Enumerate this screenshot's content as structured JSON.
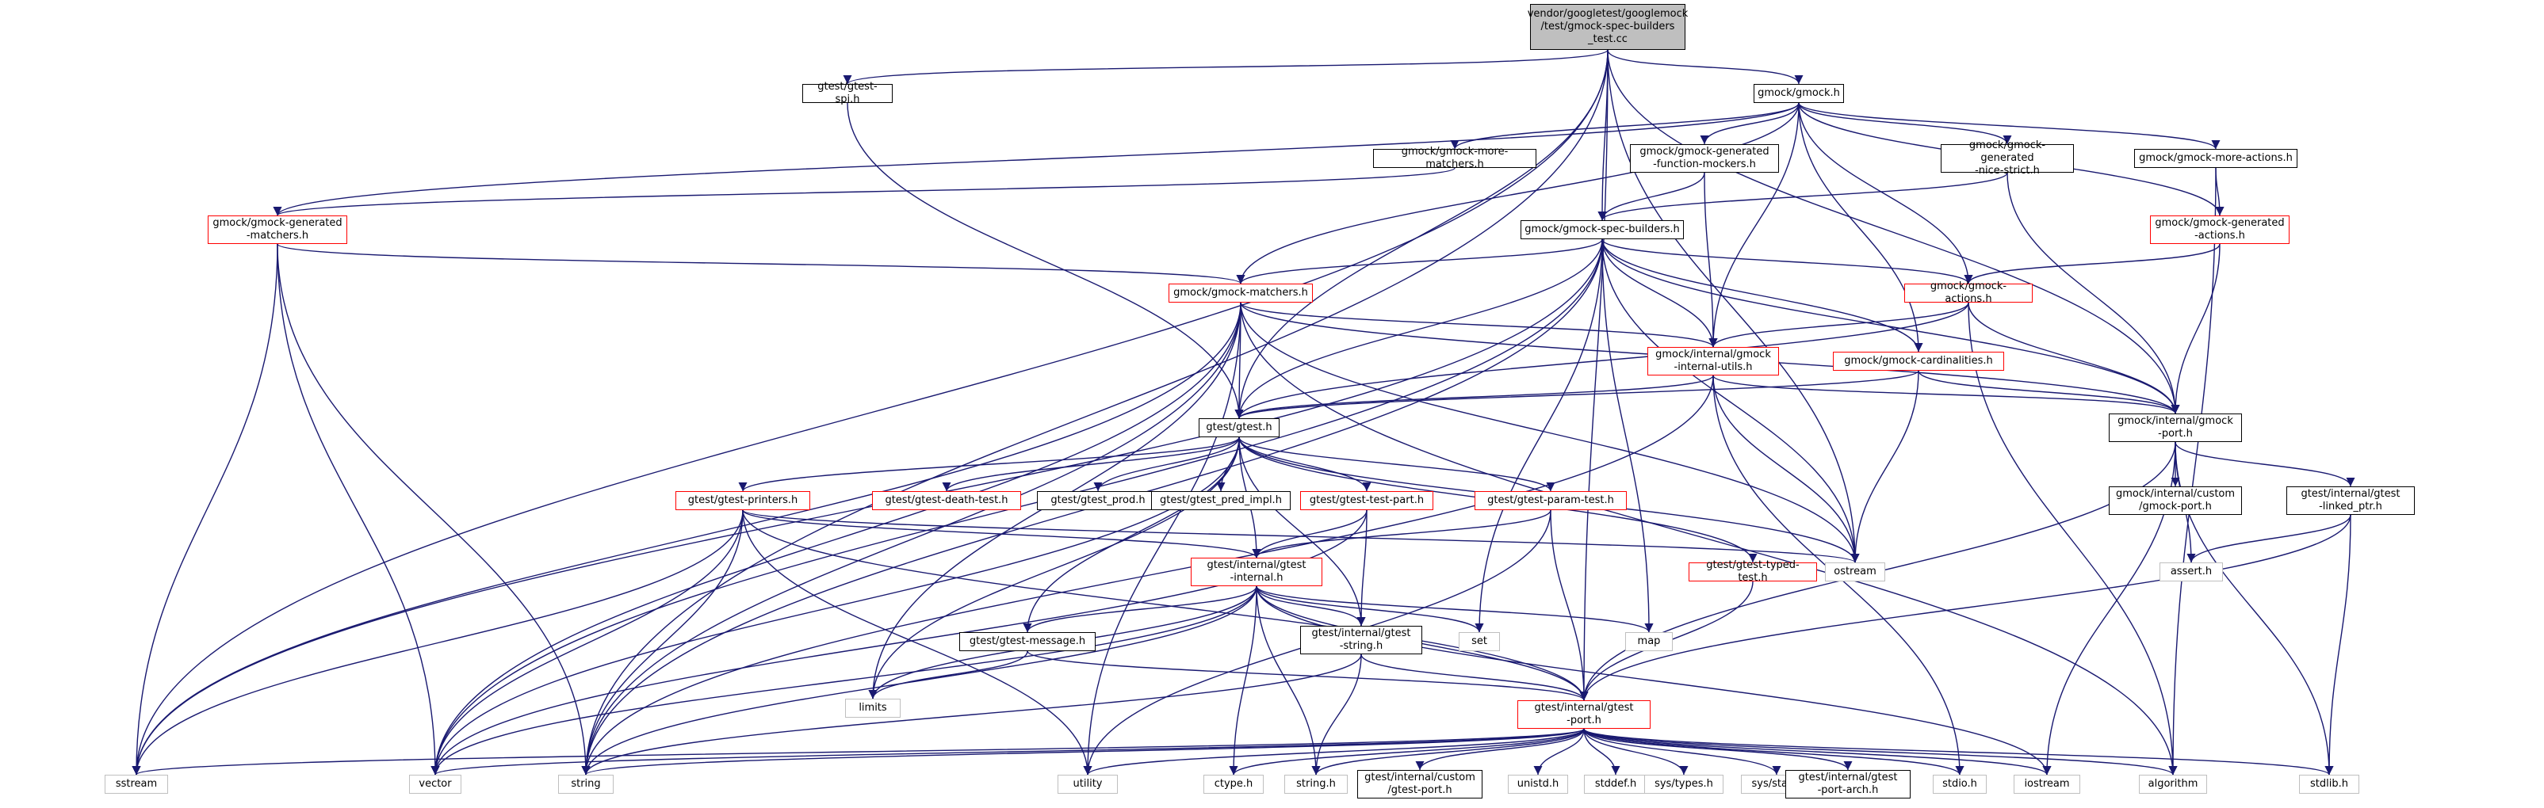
{
  "root": "vendor/googletest/googlemock\n/test/gmock-spec-builders\n_test.cc",
  "nodes": {
    "gtest_spi": "gtest/gtest-spi.h",
    "gmock": "gmock/gmock.h",
    "gm_more_matchers": "gmock/gmock-more-matchers.h",
    "gm_gen_fn_mockers": "gmock/gmock-generated\n-function-mockers.h",
    "gm_gen_nice_strict": "gmock/gmock-generated\n-nice-strict.h",
    "gm_more_actions": "gmock/gmock-more-actions.h",
    "gm_gen_matchers": "gmock/gmock-generated\n-matchers.h",
    "gm_spec_builders": "gmock/gmock-spec-builders.h",
    "gm_gen_actions": "gmock/gmock-generated\n-actions.h",
    "gm_matchers": "gmock/gmock-matchers.h",
    "gm_actions": "gmock/gmock-actions.h",
    "gm_internal_utils": "gmock/internal/gmock\n-internal-utils.h",
    "gm_cardinalities": "gmock/gmock-cardinalities.h",
    "gm_port": "gmock/internal/gmock\n-port.h",
    "gtest": "gtest/gtest.h",
    "gt_printers": "gtest/gtest-printers.h",
    "gt_death_test": "gtest/gtest-death-test.h",
    "gt_prod": "gtest/gtest_prod.h",
    "gt_pred_impl": "gtest/gtest_pred_impl.h",
    "gt_test_part": "gtest/gtest-test-part.h",
    "gt_param_test": "gtest/gtest-param-test.h",
    "gm_custom_port": "gmock/internal/custom\n/gmock-port.h",
    "gt_linked_ptr": "gtest/internal/gtest\n-linked_ptr.h",
    "gt_internal": "gtest/internal/gtest\n-internal.h",
    "gt_typed_test": "gtest/gtest-typed-test.h",
    "ostream": "ostream",
    "assert_h": "assert.h",
    "gt_message": "gtest/gtest-message.h",
    "gt_string": "gtest/internal/gtest\n-string.h",
    "set": "set",
    "map": "map",
    "limits": "limits",
    "gt_port": "gtest/internal/gtest\n-port.h",
    "sstream": "sstream",
    "vector": "vector",
    "string": "string",
    "utility": "utility",
    "ctype_h": "ctype.h",
    "string_h": "string.h",
    "gt_custom_port": "gtest/internal/custom\n/gtest-port.h",
    "unistd_h": "unistd.h",
    "stddef_h": "stddef.h",
    "sys_types_h": "sys/types.h",
    "sys_stat_h": "sys/stat.h",
    "gt_port_arch": "gtest/internal/gtest\n-port-arch.h",
    "stdio_h": "stdio.h",
    "iostream": "iostream",
    "algorithm": "algorithm",
    "stdlib_h": "stdlib.h"
  },
  "colors": {
    "edge": "#191970",
    "node_border": "#000000",
    "highlight_border": "#ff0000",
    "system_border": "#bfbfbf",
    "root_fill": "#bfbfbf"
  }
}
